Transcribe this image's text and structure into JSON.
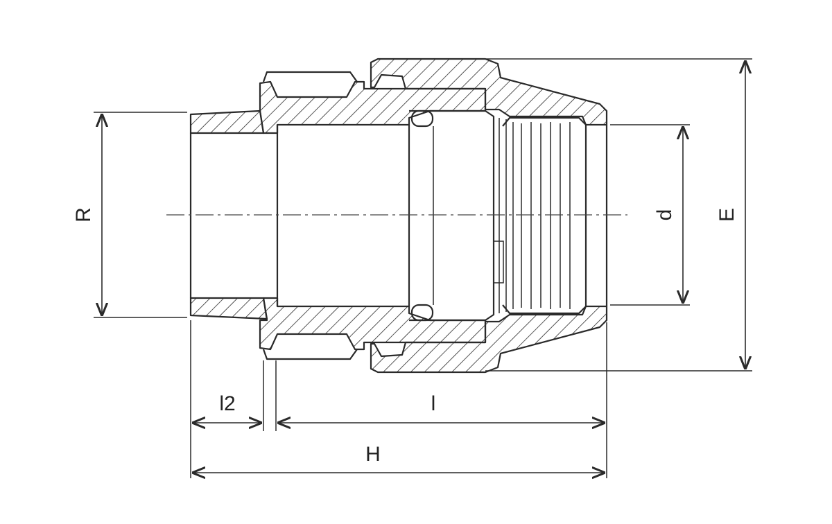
{
  "labels": {
    "R": "R",
    "d": "d",
    "E": "E",
    "l2": "l2",
    "l": "l",
    "H": "H"
  },
  "colors": {
    "line": "#2a2a2a",
    "background": "#ffffff"
  }
}
